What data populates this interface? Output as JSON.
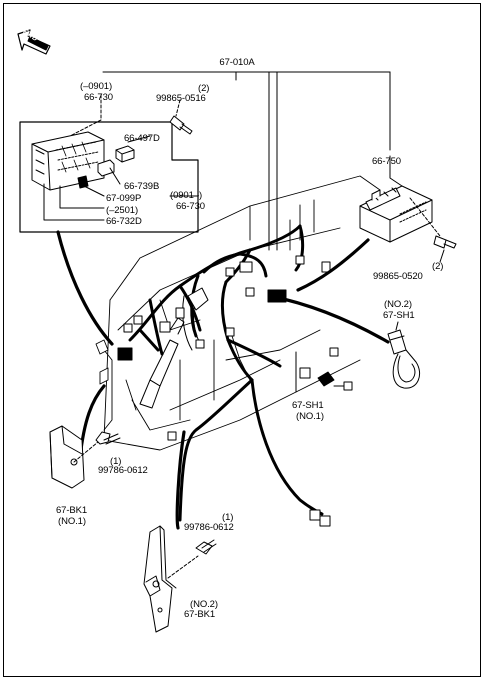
{
  "header": {
    "fwd_label": "FWD",
    "main_part": "67-010A"
  },
  "parts": {
    "p66_730_top_range": "(–0901)",
    "p66_730_top": "66-730",
    "p99865_0516_qty": "(2)",
    "p99865_0516": "99865-0516",
    "p66_497D": "66-497D",
    "p66_739B": "66-739B",
    "p67_099P": "67-099P",
    "p66_730_mid_range": "(0901–)",
    "p66_730_mid": "66-730",
    "p66_732D_range": "(–2501)",
    "p66_732D": "66-732D",
    "p66_750": "66-750",
    "p99865_0520": "99865-0520",
    "p99865_0520_qty": "(2)",
    "p67_SH1_no2_sub": "(NO.2)",
    "p67_SH1_no2": "67-SH1",
    "p67_SH1_no1": "67-SH1",
    "p67_SH1_no1_sub": "(NO.1)",
    "p99786_0612_a": "99786-0612",
    "p99786_0612_a_qty": "(1)",
    "p67_BK1_no1": "67-BK1",
    "p67_BK1_no1_sub": "(NO.1)",
    "p99786_0612_b_qty": "(1)",
    "p99786_0612_b": "99786-0612",
    "p67_BK1_no2_sub": "(NO.2)",
    "p67_BK1_no2": "67-BK1"
  }
}
